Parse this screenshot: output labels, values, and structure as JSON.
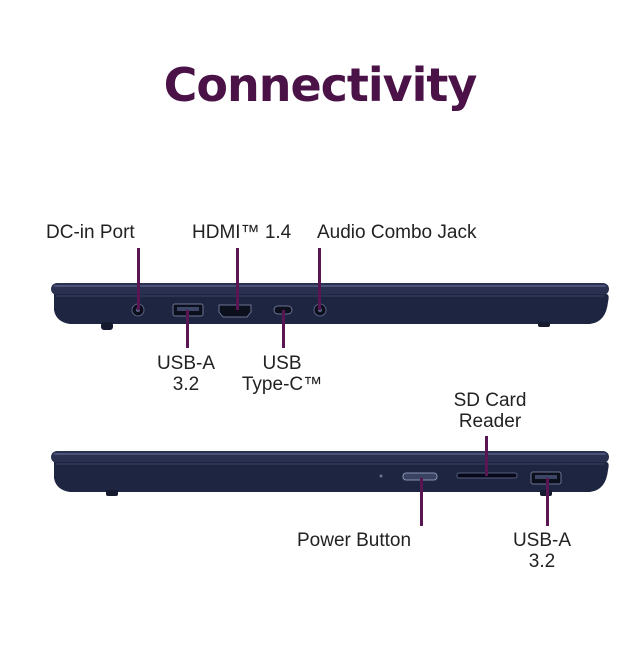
{
  "title": "Connectivity",
  "left_side": {
    "dc_in": "DC-in Port",
    "hdmi": "HDMI™ 1.4",
    "audio": "Audio Combo Jack",
    "usb_a_line1": "USB-A",
    "usb_a_line2": "3.2",
    "usb_c_line1": "USB",
    "usb_c_line2": "Type-C™"
  },
  "right_side": {
    "sd_line1": "SD Card",
    "sd_line2": "Reader",
    "power": "Power Button",
    "usb_a_line1": "USB-A",
    "usb_a_line2": "3.2"
  },
  "colors": {
    "title": "#4b1247",
    "leader": "#5a1652",
    "chassis": "#1e2540"
  }
}
